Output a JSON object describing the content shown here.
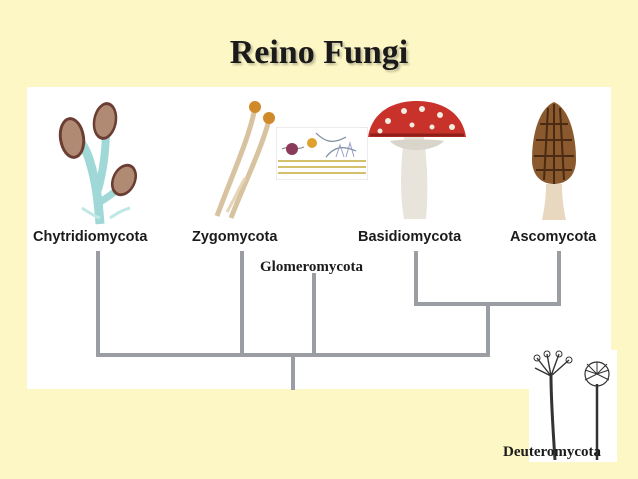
{
  "slide": {
    "title": "Reino Fungi"
  },
  "taxa": [
    {
      "label": "Chytridiomycota",
      "icon": "chytrid-sporangia-icon"
    },
    {
      "label": "Zygomycota",
      "icon": "zygomycete-sporangiophores-icon"
    },
    {
      "label": "Basidiomycota",
      "icon": "mushroom-icon"
    },
    {
      "label": "Ascomycota",
      "icon": "morel-icon"
    }
  ],
  "extra_labels": {
    "glomeromycota": "Glomeromycota",
    "deuteromycota": "Deuteromycota"
  },
  "colors": {
    "background": "#fdf7c6",
    "panel": "#ffffff",
    "tree_lines": "#9a9ea3",
    "mushroom_cap": "#c8322a",
    "morel": "#8a5a2e"
  }
}
